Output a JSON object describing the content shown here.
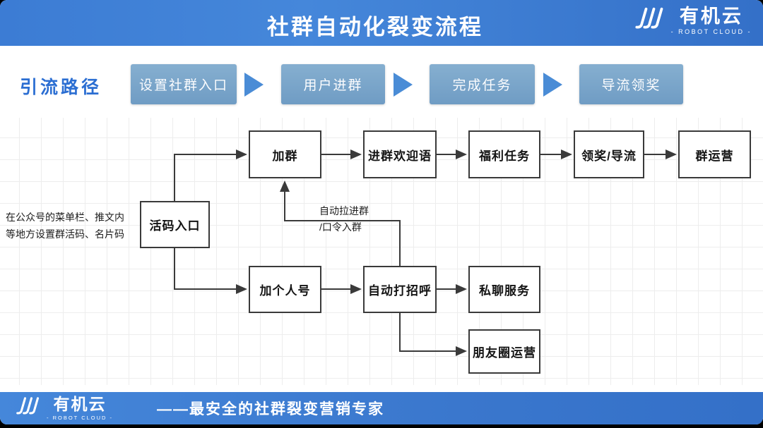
{
  "header": {
    "title": "社群自动化裂变流程",
    "logo": {
      "name": "有机云",
      "sub": "- ROBOT CLOUD -"
    }
  },
  "path_row": {
    "label": "引流路径",
    "steps": [
      "设置社群入口",
      "用户进群",
      "完成任务",
      "导流领奖"
    ]
  },
  "flowchart": {
    "nodes": {
      "jiaqun": "加群",
      "huanying": "进群欢迎语",
      "fuli": "福利任务",
      "lingjiang": "领奖/导流",
      "qunyunying": "群运营",
      "huoma": "活码入口",
      "jiageren": "加个人号",
      "dazhaohu": "自动打招呼",
      "siliao": "私聊服务",
      "pengyouquan": "朋友圈运营"
    },
    "side_note_line1": "在公众号的菜单栏、推文内",
    "side_note_line2": "等地方设置群活码、名片码",
    "annotation_line1": "自动拉进群",
    "annotation_line2": "/口令入群"
  },
  "footer": {
    "logo": {
      "name": "有机云",
      "sub": "- ROBOT CLOUD -"
    },
    "tagline": "——最安全的社群裂变营销专家"
  },
  "colors": {
    "header_blue": "#3c7cd4",
    "footer_blue": "#3a77cd",
    "step_button_blue": "#76a3c8",
    "arrow_blue": "#4a8cd6",
    "label_blue": "#2b6ed2",
    "node_border": "#3a3a3a",
    "grid_line": "#ededed"
  }
}
